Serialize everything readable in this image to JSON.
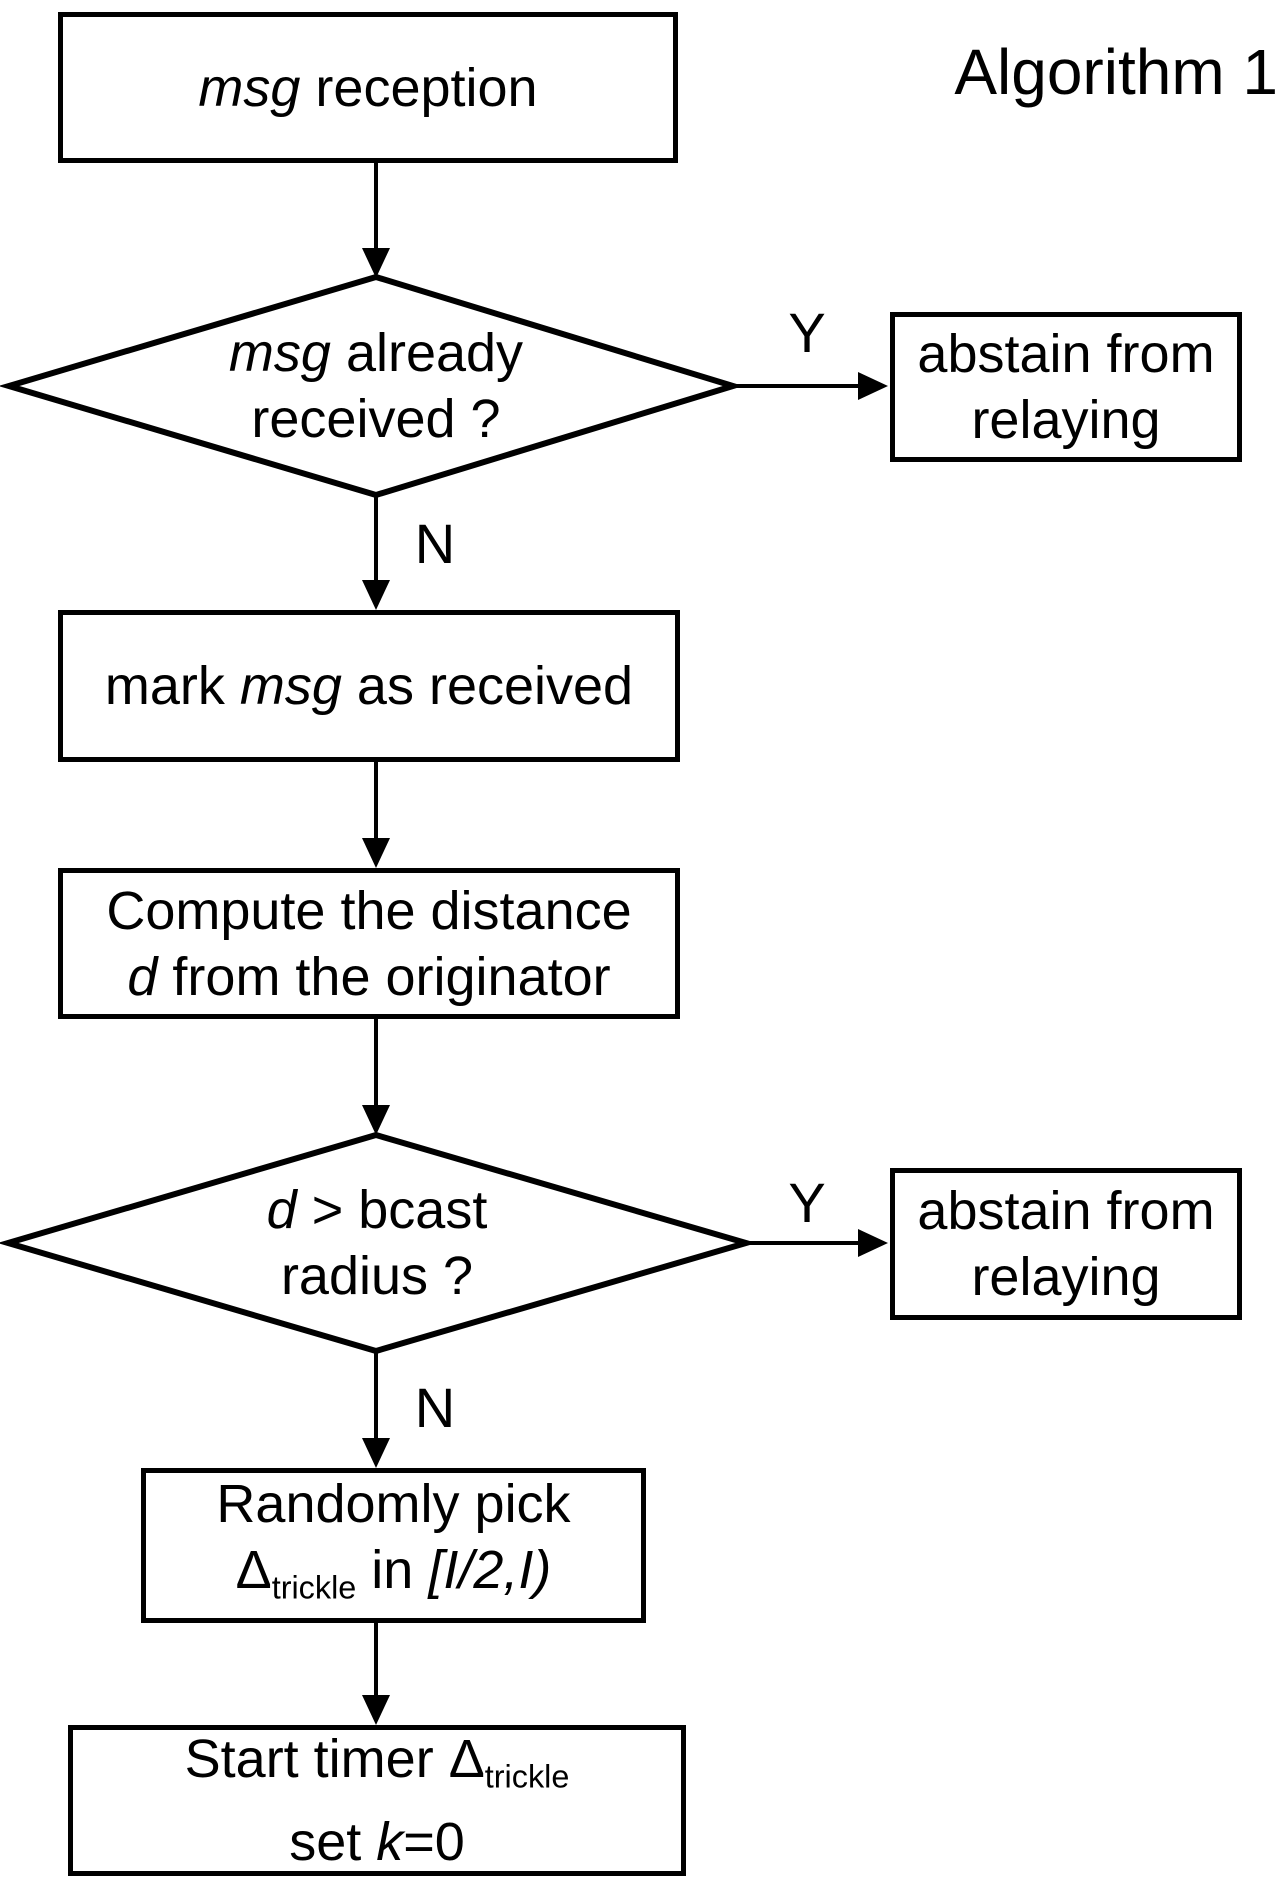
{
  "title": "Algorithm 1",
  "colors": {
    "ink": "#000000",
    "background": "#ffffff"
  },
  "nodes": {
    "reception": {
      "msg": "msg",
      "rest": " reception"
    },
    "decision_already": {
      "msg": "msg",
      "l1_rest": " already",
      "l2": "received ?"
    },
    "abstain_top": {
      "l1": "abstain from",
      "l2": "relaying"
    },
    "mark_received": {
      "pre": "mark ",
      "msg": "msg",
      "post": " as received"
    },
    "compute_distance": {
      "l1": "Compute the distance",
      "d": "d",
      "l2_rest": " from the originator"
    },
    "decision_radius": {
      "d": "d",
      "l1_rest": " > bcast",
      "l2": "radius ?"
    },
    "abstain_bottom": {
      "l1": "abstain from",
      "l2": "relaying"
    },
    "random_pick": {
      "l1": "Randomly pick",
      "delta": "Δ",
      "delta_sub": "trickle",
      "mid": " in ",
      "interval": "[I/2,I)"
    },
    "start_timer": {
      "l1_pre": "Start timer ",
      "delta": "Δ",
      "delta_sub": "trickle",
      "l2_pre": "set ",
      "k": "k",
      "l2_rest": "=0"
    }
  },
  "edge_labels": {
    "already_yes": "Y",
    "already_no": "N",
    "radius_yes": "Y",
    "radius_no": "N"
  }
}
